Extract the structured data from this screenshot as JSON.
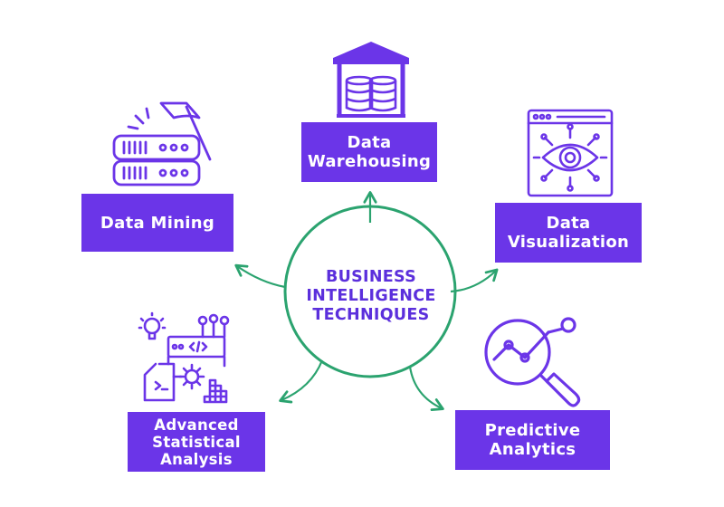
{
  "center": {
    "lines": [
      "BUSINESS",
      "INTELLIGENCE",
      "TECHNIQUES"
    ]
  },
  "nodes": {
    "data_warehousing": {
      "lines": [
        "Data",
        "Warehousing"
      ],
      "icon": "warehouse-database-icon"
    },
    "data_mining": {
      "lines": [
        "Data Mining"
      ],
      "icon": "server-pickaxe-icon"
    },
    "data_visualization": {
      "lines": [
        "Data",
        "Visualization"
      ],
      "icon": "browser-eye-network-icon"
    },
    "advanced_statistical_analysis": {
      "lines": [
        "Advanced",
        "Statistical",
        "Analysis"
      ],
      "icon": "code-gear-document-icon"
    },
    "predictive_analytics": {
      "lines": [
        "Predictive",
        "Analytics"
      ],
      "icon": "magnifier-chart-icon"
    }
  },
  "colors": {
    "purple": "#6b35e8",
    "purple_text": "#5b2fdc",
    "green": "#2ba36f",
    "white": "#ffffff"
  }
}
